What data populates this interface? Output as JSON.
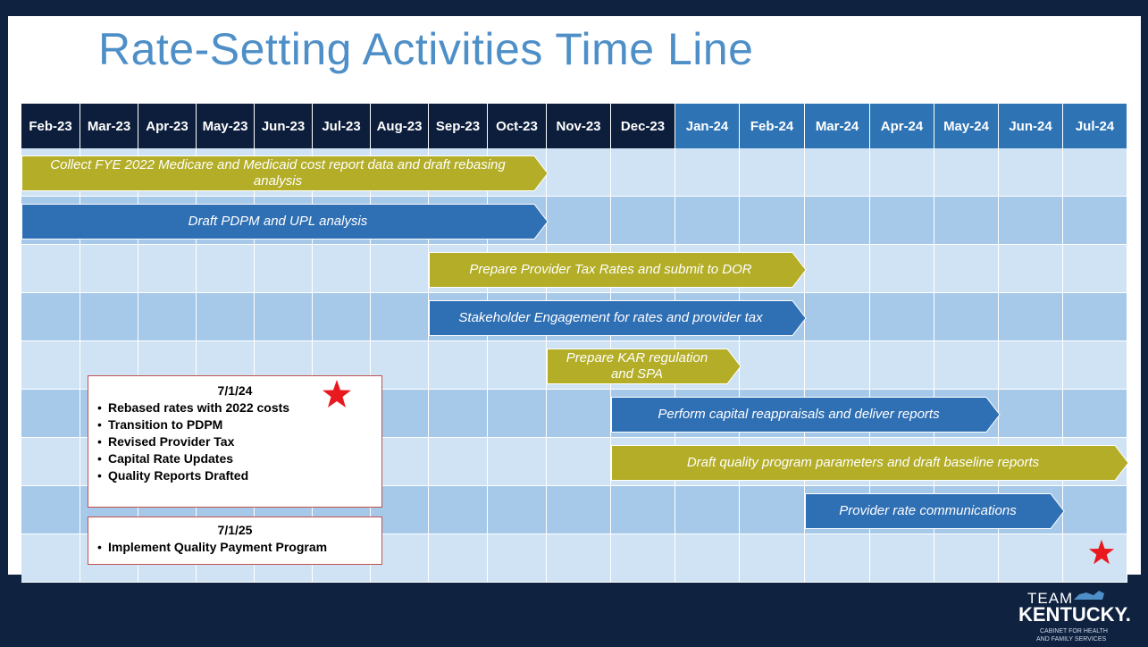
{
  "title": "Rate-Setting Activities Time Line",
  "colors": {
    "header_dark": "#0d1e3c",
    "header_blue": "#2e74b5",
    "row_light": "#d0e3f4",
    "row_mid": "#a6c9e9",
    "olive": "#b3ad27",
    "blue_bar": "#2f6fb4",
    "star": "#e8191f"
  },
  "months": [
    "Feb-23",
    "Mar-23",
    "Apr-23",
    "May-23",
    "Jun-23",
    "Jul-23",
    "Aug-23",
    "Sep-23",
    "Oct-23",
    "Nov-23",
    "Dec-23",
    "Jan-24",
    "Feb-24",
    "Mar-24",
    "Apr-24",
    "May-24",
    "Jun-24",
    "Jul-24"
  ],
  "activities": [
    {
      "label": "Collect FYE 2022 Medicare and Medicaid cost report data and draft rebasing analysis",
      "start": "Feb-23",
      "end": "Oct-23",
      "row": 1,
      "color": "olive"
    },
    {
      "label": "Draft PDPM and UPL analysis",
      "start": "Feb-23",
      "end": "Oct-23",
      "row": 2,
      "color": "blue"
    },
    {
      "label": "Prepare Provider Tax Rates and submit to DOR",
      "start": "Sep-23",
      "end": "Feb-24",
      "row": 3,
      "color": "olive"
    },
    {
      "label": "Stakeholder Engagement for rates and provider tax",
      "start": "Sep-23",
      "end": "Feb-24",
      "row": 4,
      "color": "blue"
    },
    {
      "label": "Prepare KAR regulation and SPA",
      "start": "Nov-23",
      "end": "Jan-24",
      "row": 5,
      "color": "olive"
    },
    {
      "label": "Perform capital reappraisals and deliver reports",
      "start": "Dec-23",
      "end": "May-24",
      "row": 6,
      "color": "blue"
    },
    {
      "label": "Draft quality program parameters and draft baseline reports",
      "start": "Dec-23",
      "end": "Jul-24",
      "row": 7,
      "color": "olive"
    },
    {
      "label": "Provider rate communications",
      "start": "Mar-24",
      "end": "Jun-24",
      "row": 8,
      "color": "blue"
    }
  ],
  "milestones": [
    {
      "date": "7/1/24",
      "items": [
        "Rebased rates with 2022 costs",
        "Transition to PDPM",
        "Revised Provider Tax",
        "Capital Rate Updates",
        "Quality Reports Drafted"
      ]
    },
    {
      "date": "7/1/25",
      "items": [
        "Implement Quality Payment Program"
      ]
    }
  ],
  "logo": {
    "line1": "TEAM",
    "line2": "KENTUCKY.",
    "line3": "CABINET FOR HEALTH",
    "line4": "AND FAMILY SERVICES"
  }
}
